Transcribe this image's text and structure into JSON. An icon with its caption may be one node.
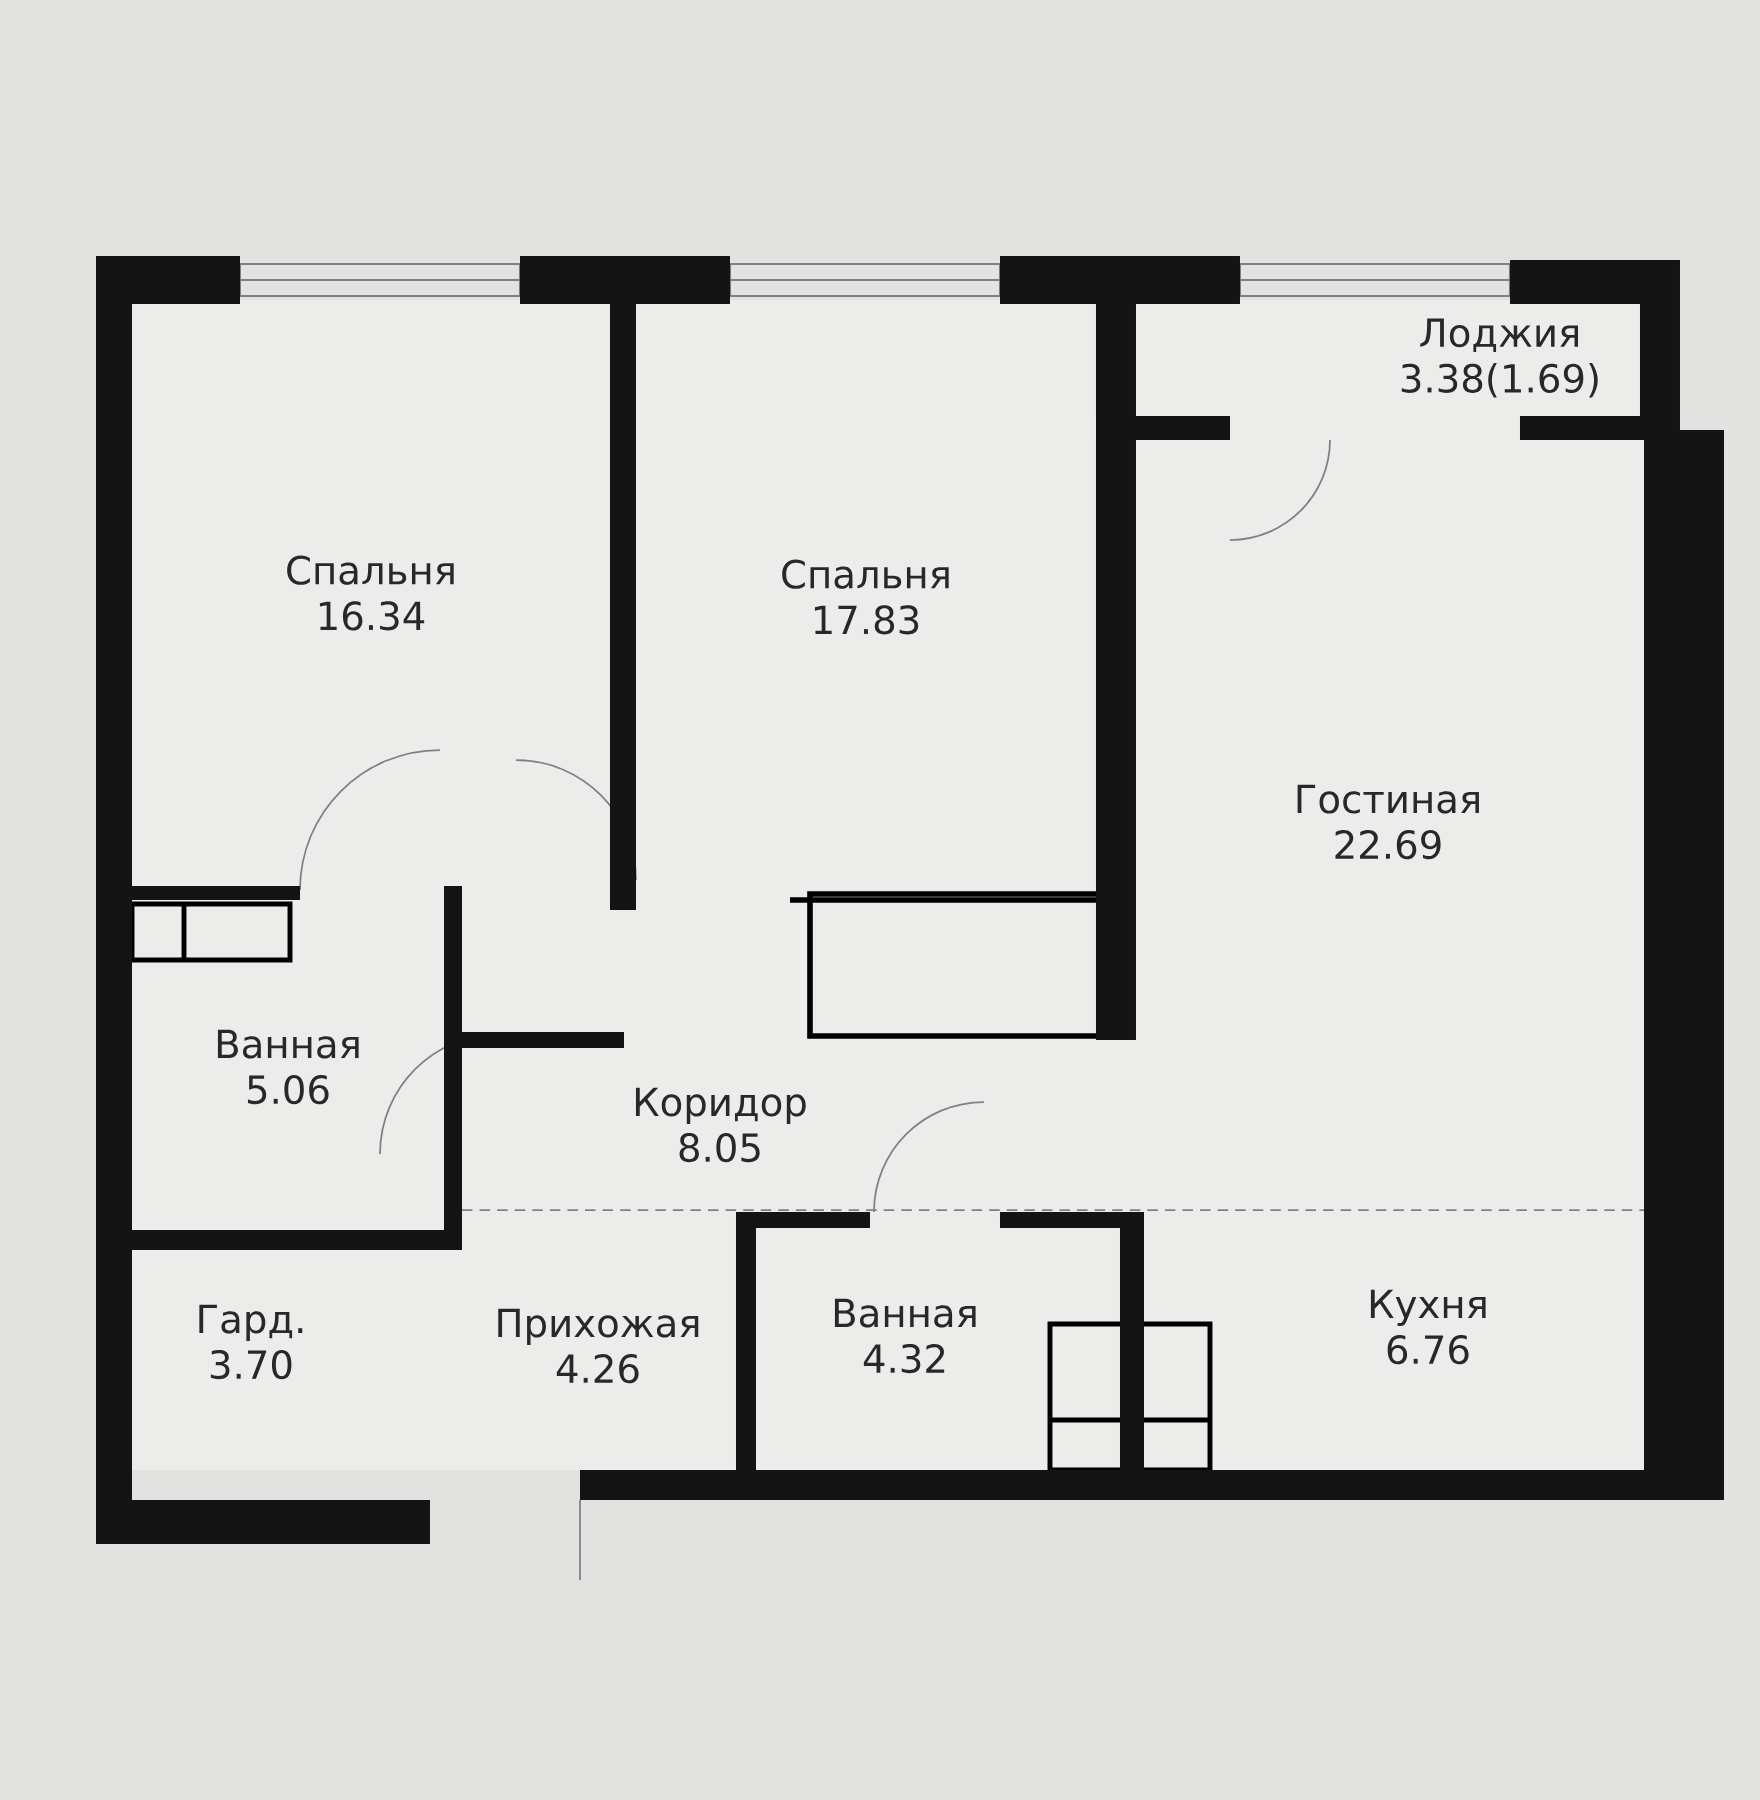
{
  "diagram": {
    "nodes": [
      {
        "text": [
          "Спальня",
          "16.34"
        ]
      },
      {
        "text": [
          "Спальня",
          "17.83"
        ]
      },
      {
        "text": [
          "Лоджия",
          "3.38(1.69)"
        ]
      },
      {
        "text": [
          "Гостиная",
          "22.69"
        ]
      },
      {
        "text": [
          "Ванная",
          "5.06"
        ]
      },
      {
        "text": [
          "Коридор",
          "8.05"
        ]
      },
      {
        "text": [
          "Гард.",
          "3.70"
        ]
      },
      {
        "text": [
          "Прихожая",
          "4.26"
        ]
      },
      {
        "text": [
          "Ванная",
          "4.32"
        ]
      },
      {
        "text": [
          "Кухня",
          "6.76"
        ]
      }
    ]
  }
}
